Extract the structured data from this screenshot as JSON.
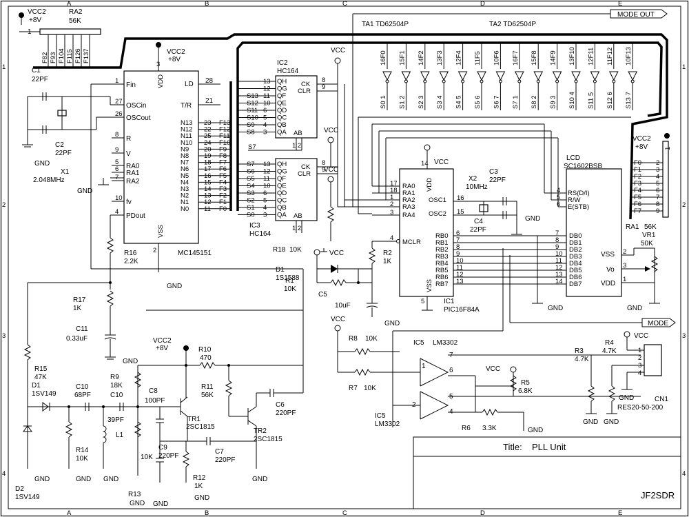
{
  "title_block": {
    "title_label": "Title:",
    "title_value": "PLL Unit",
    "author": "JF2SDR"
  },
  "grid": {
    "cols": [
      "A",
      "B",
      "C",
      "D",
      "E"
    ],
    "rows": [
      "1",
      "2",
      "3",
      "4"
    ]
  },
  "power": {
    "vcc2": "VCC2",
    "plus8v": "+8V",
    "vcc": "VCC",
    "gnd": "GND"
  },
  "ra2": {
    "ref": "RA2",
    "value": "56K",
    "pin1": "1",
    "pins": [
      "F82",
      "F93",
      "F104",
      "F115",
      "F126",
      "F137"
    ]
  },
  "c1": {
    "ref": "C1",
    "value": "22PF"
  },
  "c2": {
    "ref": "C2",
    "value": "22PF"
  },
  "x1": {
    "ref": "X1",
    "value": "2.048MHz"
  },
  "ic_mc": {
    "part": "MC145151",
    "vdd": "VDD",
    "vss": "VSS",
    "vdd_pin": "3",
    "vss_pin": "2",
    "left_pins": [
      {
        "num": "1",
        "name": "Fin"
      },
      {
        "num": "27",
        "name": "OSCin"
      },
      {
        "num": "26",
        "name": "OSCout"
      },
      {
        "num": "8",
        "name": "R"
      },
      {
        "num": "9",
        "name": "V"
      },
      {
        "num": "5",
        "name": "RA0"
      },
      {
        "num": "6",
        "name": "RA1"
      },
      {
        "num": "7",
        "name": "RA2"
      },
      {
        "num": "10",
        "name": "fv"
      },
      {
        "num": "4",
        "name": "PDout"
      }
    ],
    "ld": {
      "name": "LD",
      "num": "28"
    },
    "tr": {
      "name": "T/R",
      "num": "21"
    },
    "right_pins": [
      {
        "name": "N13",
        "num": "23",
        "net": "F13"
      },
      {
        "name": "N12",
        "num": "22",
        "net": "F12"
      },
      {
        "name": "N11",
        "num": "25",
        "net": "F11"
      },
      {
        "name": "N10",
        "num": "24",
        "net": "F10"
      },
      {
        "name": "N9",
        "num": "20",
        "net": "F9"
      },
      {
        "name": "N8",
        "num": "19",
        "net": "F8"
      },
      {
        "name": "N7",
        "num": "18",
        "net": "F7"
      },
      {
        "name": "N6",
        "num": "17",
        "net": "F6"
      },
      {
        "name": "N5",
        "num": "16",
        "net": "F5"
      },
      {
        "name": "N4",
        "num": "15",
        "net": "F4"
      },
      {
        "name": "N3",
        "num": "14",
        "net": "F3"
      },
      {
        "name": "N2",
        "num": "13",
        "net": "F2"
      },
      {
        "name": "N1",
        "num": "12",
        "net": "F1"
      },
      {
        "name": "N0",
        "num": "11",
        "net": "F0"
      }
    ]
  },
  "ic2": {
    "ref": "IC2",
    "part": "HC164",
    "outs": [
      {
        "num": "13",
        "name": "QH",
        "net": ""
      },
      {
        "num": "12",
        "name": "QG",
        "net": ""
      },
      {
        "num": "11",
        "name": "QF",
        "net": "S13"
      },
      {
        "num": "10",
        "name": "QE",
        "net": "S12"
      },
      {
        "num": "6",
        "name": "QD",
        "net": "S11"
      },
      {
        "num": "5",
        "name": "QC",
        "net": "S10"
      },
      {
        "num": "4",
        "name": "QB",
        "net": "S9"
      },
      {
        "num": "3",
        "name": "QA",
        "net": "S8"
      }
    ],
    "ck": "CK",
    "clr": "CLR",
    "ck_pin": "8",
    "clr_pin": "9",
    "ab": "AB",
    "pin12": "1 2",
    "s7": "S7"
  },
  "ic3": {
    "ref": "IC3",
    "part": "HC164",
    "outs": [
      {
        "num": "13",
        "name": "QH",
        "net": "S7"
      },
      {
        "num": "12",
        "name": "QG",
        "net": "S6"
      },
      {
        "num": "11",
        "name": "QF",
        "net": "S5"
      },
      {
        "num": "10",
        "name": "QE",
        "net": "S4"
      },
      {
        "num": "6",
        "name": "QD",
        "net": "S3"
      },
      {
        "num": "5",
        "name": "QC",
        "net": "S2"
      },
      {
        "num": "4",
        "name": "QB",
        "net": "S1"
      },
      {
        "num": "3",
        "name": "QA",
        "net": "S0"
      }
    ],
    "ck": "CK",
    "clr": "CLR",
    "ck_pin": "8",
    "clr_pin": "9",
    "ab": "AB",
    "pin12": "1 2"
  },
  "ta": {
    "ta1": "TA1 TD62504P",
    "ta2": "TA2 TD62504P",
    "cols": [
      {
        "top": "16F0",
        "bot": "S0 1"
      },
      {
        "top": "15F1",
        "bot": "S1 2"
      },
      {
        "top": "14F2",
        "bot": "S2 3"
      },
      {
        "top": "13F3",
        "bot": "S3 4"
      },
      {
        "top": "12F4",
        "bot": "S4 5"
      },
      {
        "top": "11F5",
        "bot": "S5 6"
      },
      {
        "top": "10F6",
        "bot": "S6 7"
      },
      {
        "top": "16F7",
        "bot": "S7 1"
      },
      {
        "top": "15F8",
        "bot": "S8 2"
      },
      {
        "top": "14F9",
        "bot": "S9 3"
      },
      {
        "top": "13F10",
        "bot": "S10 4"
      },
      {
        "top": "12F11",
        "bot": "S11 5"
      },
      {
        "top": "11F12",
        "bot": "S12 6"
      },
      {
        "top": "10F13",
        "bot": "S13 7"
      }
    ]
  },
  "mode_out": "MODE OUT",
  "mode": "MODE",
  "ic1": {
    "ref": "IC1",
    "part": "PIC16F84A",
    "left_pins": [
      {
        "num": "17",
        "name": "RA0"
      },
      {
        "num": "18",
        "name": "RA1"
      },
      {
        "num": "1",
        "name": "RA2"
      },
      {
        "num": "2",
        "name": "RA3"
      },
      {
        "num": "3",
        "name": "RA4"
      }
    ],
    "vdd_pin": "14",
    "vss_pin": "5",
    "vdd": "VDD",
    "vss": "VSS",
    "osc1": {
      "num": "16",
      "name": "OSC1"
    },
    "osc2": {
      "num": "15",
      "name": "OSC2"
    },
    "mclr": {
      "num": "4",
      "name": "MCLR"
    },
    "right_pins": [
      {
        "num": "6",
        "name": "RB0"
      },
      {
        "num": "7",
        "name": "RB1"
      },
      {
        "num": "8",
        "name": "RB2"
      },
      {
        "num": "9",
        "name": "RB3"
      },
      {
        "num": "10",
        "name": "RB4"
      },
      {
        "num": "11",
        "name": "RB5"
      },
      {
        "num": "12",
        "name": "RB6"
      },
      {
        "num": "13",
        "name": "RB7"
      }
    ]
  },
  "x2": {
    "ref": "X2",
    "value": "10MHz"
  },
  "c3": {
    "ref": "C3",
    "value": "22PF"
  },
  "c4": {
    "ref": "C4",
    "value": "22PF"
  },
  "lcd": {
    "ref": "LCD",
    "part": "SC1602BSB",
    "ctrl": [
      {
        "num": "4",
        "name": "RS(D/I)"
      },
      {
        "num": "5",
        "name": "R/W"
      },
      {
        "num": "6",
        "name": "E(STB)"
      }
    ],
    "db": [
      {
        "num": "7",
        "name": "DB0"
      },
      {
        "num": "8",
        "name": "DB1"
      },
      {
        "num": "9",
        "name": "DB2"
      },
      {
        "num": "10",
        "name": "DB3"
      },
      {
        "num": "11",
        "name": "DB4"
      },
      {
        "num": "12",
        "name": "DB5"
      },
      {
        "num": "13",
        "name": "DB6"
      },
      {
        "num": "14",
        "name": "DB7"
      }
    ],
    "vss": {
      "num": "2",
      "name": "VSS"
    },
    "vo": {
      "num": "3",
      "name": "Vo"
    },
    "vdd": {
      "num": "1",
      "name": "VDD"
    }
  },
  "ra1": {
    "ref": "RA1",
    "value": "56K",
    "pin1": "1",
    "rows": [
      {
        "net": "F0",
        "num": "2"
      },
      {
        "net": "F1",
        "num": "3"
      },
      {
        "net": "F2",
        "num": "4"
      },
      {
        "net": "F3",
        "num": "5"
      },
      {
        "net": "F4",
        "num": "6"
      },
      {
        "net": "F5",
        "num": "7"
      },
      {
        "net": "F6",
        "num": "8"
      },
      {
        "net": "F7",
        "num": "9"
      }
    ]
  },
  "vr1": {
    "ref": "VR1",
    "value": "50K"
  },
  "r1": {
    "ref": "R1",
    "value": "10K"
  },
  "r18": {
    "ref": "R18",
    "value": "10K"
  },
  "r2": {
    "ref": "R2",
    "value": "1K"
  },
  "r3": {
    "ref": "R3",
    "value": "4.7K"
  },
  "r4": {
    "ref": "R4",
    "value": "4.7K"
  },
  "r5": {
    "ref": "R5",
    "value": "6.8K"
  },
  "r6": {
    "ref": "R6",
    "value": "3.3K"
  },
  "r7": {
    "ref": "R7",
    "value": "10K"
  },
  "r8": {
    "ref": "R8",
    "value": "10K"
  },
  "r9": {
    "ref": "R9",
    "value": "18K"
  },
  "r10": {
    "ref": "R10",
    "value": "470"
  },
  "r11": {
    "ref": "R11",
    "value": "56K"
  },
  "r12": {
    "ref": "R12",
    "value": "1K"
  },
  "r13": {
    "ref": "R13",
    "value": "10K"
  },
  "r14": {
    "ref": "R14",
    "value": "10K"
  },
  "r15": {
    "ref": "R15",
    "value": "47K"
  },
  "r16": {
    "ref": "R16",
    "value": "2.2K"
  },
  "r17": {
    "ref": "R17",
    "value": "1K"
  },
  "d1a": {
    "ref": "D1",
    "value": "1S1588"
  },
  "d1b": {
    "ref": "D1",
    "value": "1SV149"
  },
  "d2": {
    "ref": "D2",
    "value": "1SV149"
  },
  "c5": {
    "ref": "C5",
    "value": "10uF"
  },
  "c6": {
    "ref": "C6",
    "value": "220PF"
  },
  "c7": {
    "ref": "C7",
    "value": "220PF"
  },
  "c8": {
    "ref": "C8",
    "value": "100PF"
  },
  "c9": {
    "ref": "C9",
    "value": "220PF"
  },
  "c10a": {
    "ref": "C10",
    "value": "68PF"
  },
  "c10b": {
    "ref": "C10",
    "value": "39PF"
  },
  "c11": {
    "ref": "C11",
    "value": "0.33uF"
  },
  "l1": {
    "ref": "L1"
  },
  "tr1": {
    "ref": "TR1",
    "value": "2SC1815"
  },
  "tr2": {
    "ref": "TR2",
    "value": "2SC1815"
  },
  "ic5": {
    "ref": "IC5",
    "part": "LM3302",
    "pins": {
      "p1": "1",
      "p7": "7",
      "p6": "6",
      "p2": "2",
      "p5": "5",
      "p4": "4"
    }
  },
  "cn1": {
    "ref": "CN1",
    "part": "RES20-50-200",
    "pins": [
      "1",
      "2",
      "3",
      "4"
    ]
  }
}
